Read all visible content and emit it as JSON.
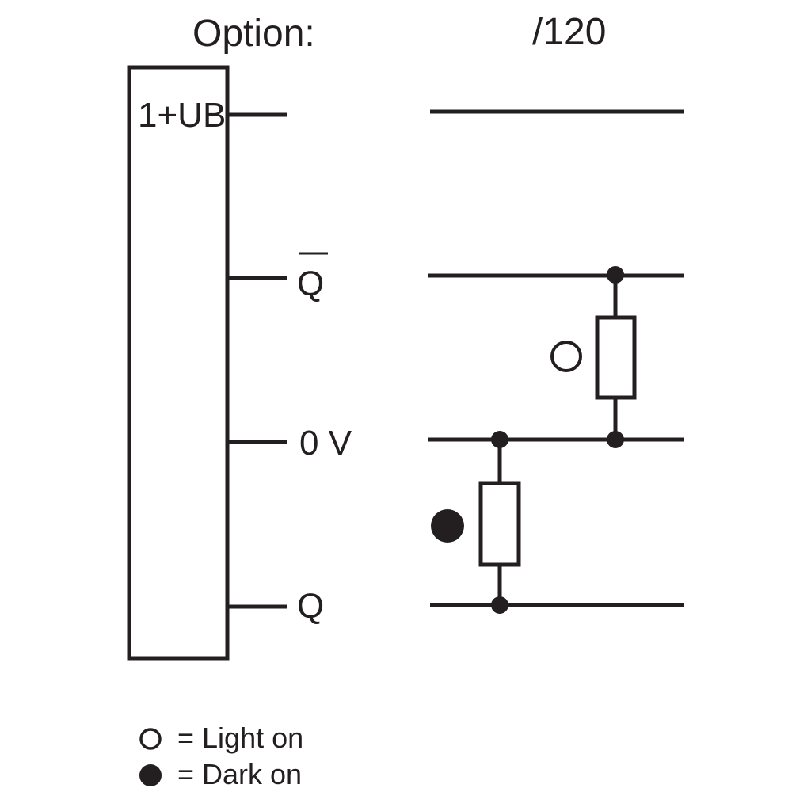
{
  "header": {
    "option_label": "Option:",
    "option_value": "/120"
  },
  "terminals": {
    "ub": "1+UB",
    "q_bar": "Q",
    "zero_v": "0 V",
    "q": "Q"
  },
  "legend": {
    "light_on": "= Light on",
    "dark_on": "= Dark on"
  },
  "colors": {
    "ink": "#231f20",
    "background": "#ffffff"
  }
}
